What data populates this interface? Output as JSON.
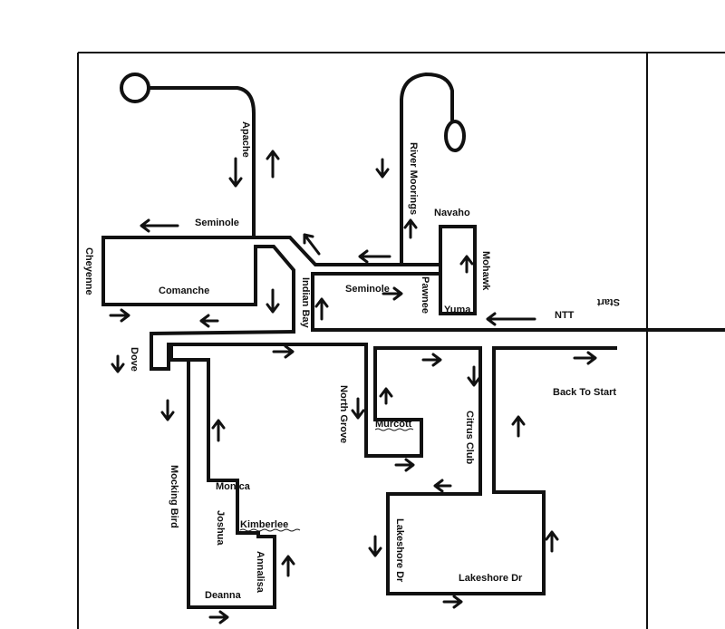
{
  "map": {
    "labels": {
      "apache": "Apache",
      "seminole_top": "Seminole",
      "cheyenne": "Cheyenne",
      "comanche": "Comanche",
      "indian_bay": "Indian Bay",
      "seminole_mid": "Seminole",
      "pawnee": "Pawnee",
      "river_moorings": "River Moorings",
      "navaho": "Navaho",
      "mohawk": "Mohawk",
      "yuma": "Yuma",
      "ntt": "NTT",
      "start": "Start",
      "dove": "Dove",
      "north_grove": "North Grove",
      "murcott": "Murcott",
      "citrus_club": "Citrus Club",
      "back_to_start": "Back To Start",
      "mocking_bird": "Mocking Bird",
      "monica": "Monica",
      "joshua": "Joshua",
      "kimberlee": "Kimberlee",
      "annalisa": "Annalisa",
      "deanna": "Deanna",
      "lakeshore_dr_vertical": "Lakeshore Dr",
      "lakeshore_dr": "Lakeshore Dr"
    },
    "colors": {
      "ink": "#111111",
      "paper": "#ffffff"
    }
  }
}
